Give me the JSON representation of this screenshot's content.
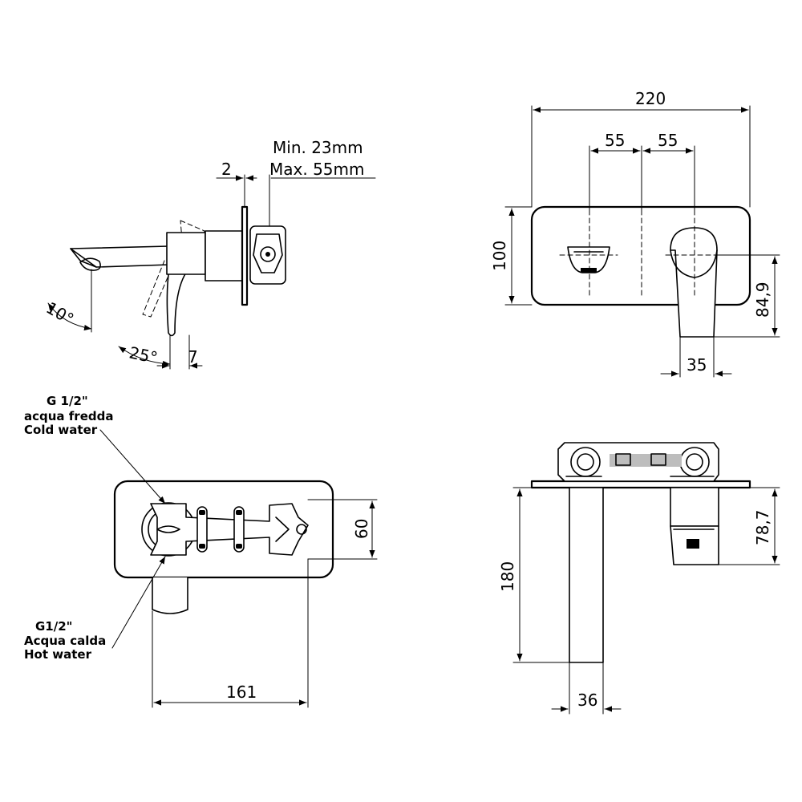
{
  "side_view": {
    "min_label": "Min. 23mm",
    "max_label": "Max. 55mm",
    "dim_2": "2",
    "angle_10": "10°",
    "angle_25": "25°",
    "dim_7": "7"
  },
  "front_view": {
    "dim_220": "220",
    "dim_55_left": "55",
    "dim_55_right": "55",
    "dim_100": "100",
    "dim_84_9": "84,9",
    "dim_35": "35"
  },
  "rear_view": {
    "cold_line1": "G 1/2\"",
    "cold_line2": "acqua fredda",
    "cold_line3": "Cold water",
    "hot_line1": "G1/2\"",
    "hot_line2": "Acqua calda",
    "hot_line3": "Hot water",
    "dim_60": "60",
    "dim_161": "161"
  },
  "top_view": {
    "dim_180": "180",
    "dim_78_7": "78,7",
    "dim_36": "36"
  }
}
